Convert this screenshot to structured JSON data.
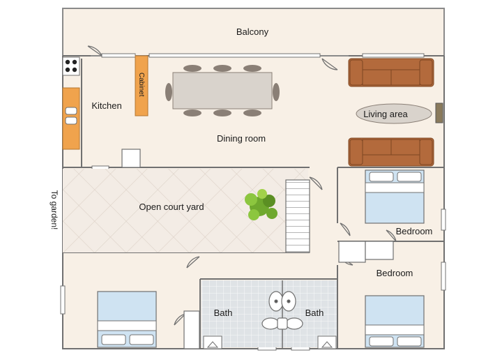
{
  "floorplan": {
    "rooms": {
      "balcony": "Balcony",
      "kitchen": "Kitchen",
      "cabinet": "Cabinet",
      "dining_room": "Dining room",
      "living_area": "Living area",
      "open_court_yard": "Open court yard",
      "to_garden": "To garden!",
      "bedroom_upper": "Bedroom",
      "bedroom_lower": "Bedroom",
      "bath_left": "Bath",
      "bath_right": "Bath"
    },
    "colors": {
      "floor": "#f8f0e6",
      "wall": "#6e6e6e",
      "sofa": "#b36a3c",
      "cabinet": "#f0a34d",
      "bed": "#cfe3f2",
      "table": "#d9d3cc",
      "chair": "#8a7f76",
      "plant": "#6fa82e",
      "bath_tile": "#d9dde0",
      "court_tile": "#f2ebe4"
    }
  }
}
